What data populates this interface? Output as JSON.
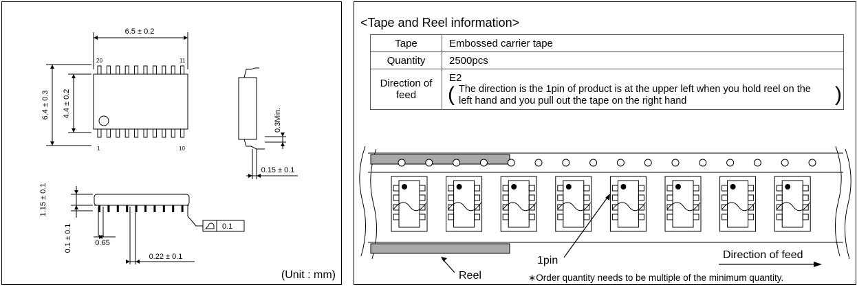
{
  "drawing": {
    "dim_width": "6.5 ± 0.2",
    "dim_height_total": "6.4 ± 0.3",
    "dim_height_body": "4.4 ± 0.2",
    "pin_20": "20",
    "pin_11": "11",
    "pin_1": "1",
    "pin_10": "10",
    "dim_standoff": "0.3Min.",
    "dim_lead_thickness": "0.15 ± 0.1",
    "dim_package_height": "1.15 ± 0.1",
    "dim_seating": "0.1 ± 0.1",
    "dim_pitch": "0.65",
    "dim_lead_width": "0.22 ± 0.1",
    "flatness": "0.1",
    "unit": "(Unit : mm)"
  },
  "tape_reel": {
    "title": "<Tape and Reel information>",
    "rows": [
      {
        "key": "Tape",
        "value": "Embossed carrier tape"
      },
      {
        "key": "Quantity",
        "value": "2500pcs"
      }
    ],
    "direction_key": "Direction of feed",
    "direction_code": "E2",
    "direction_text": "The direction is the 1pin of product is at the upper left when you hold reel on the left hand and you pull out the tape on the right hand",
    "label_reel": "Reel",
    "label_1pin": "1pin",
    "label_direction": "Direction of feed",
    "note": "∗Order quantity needs to be multiple of the minimum quantity."
  }
}
